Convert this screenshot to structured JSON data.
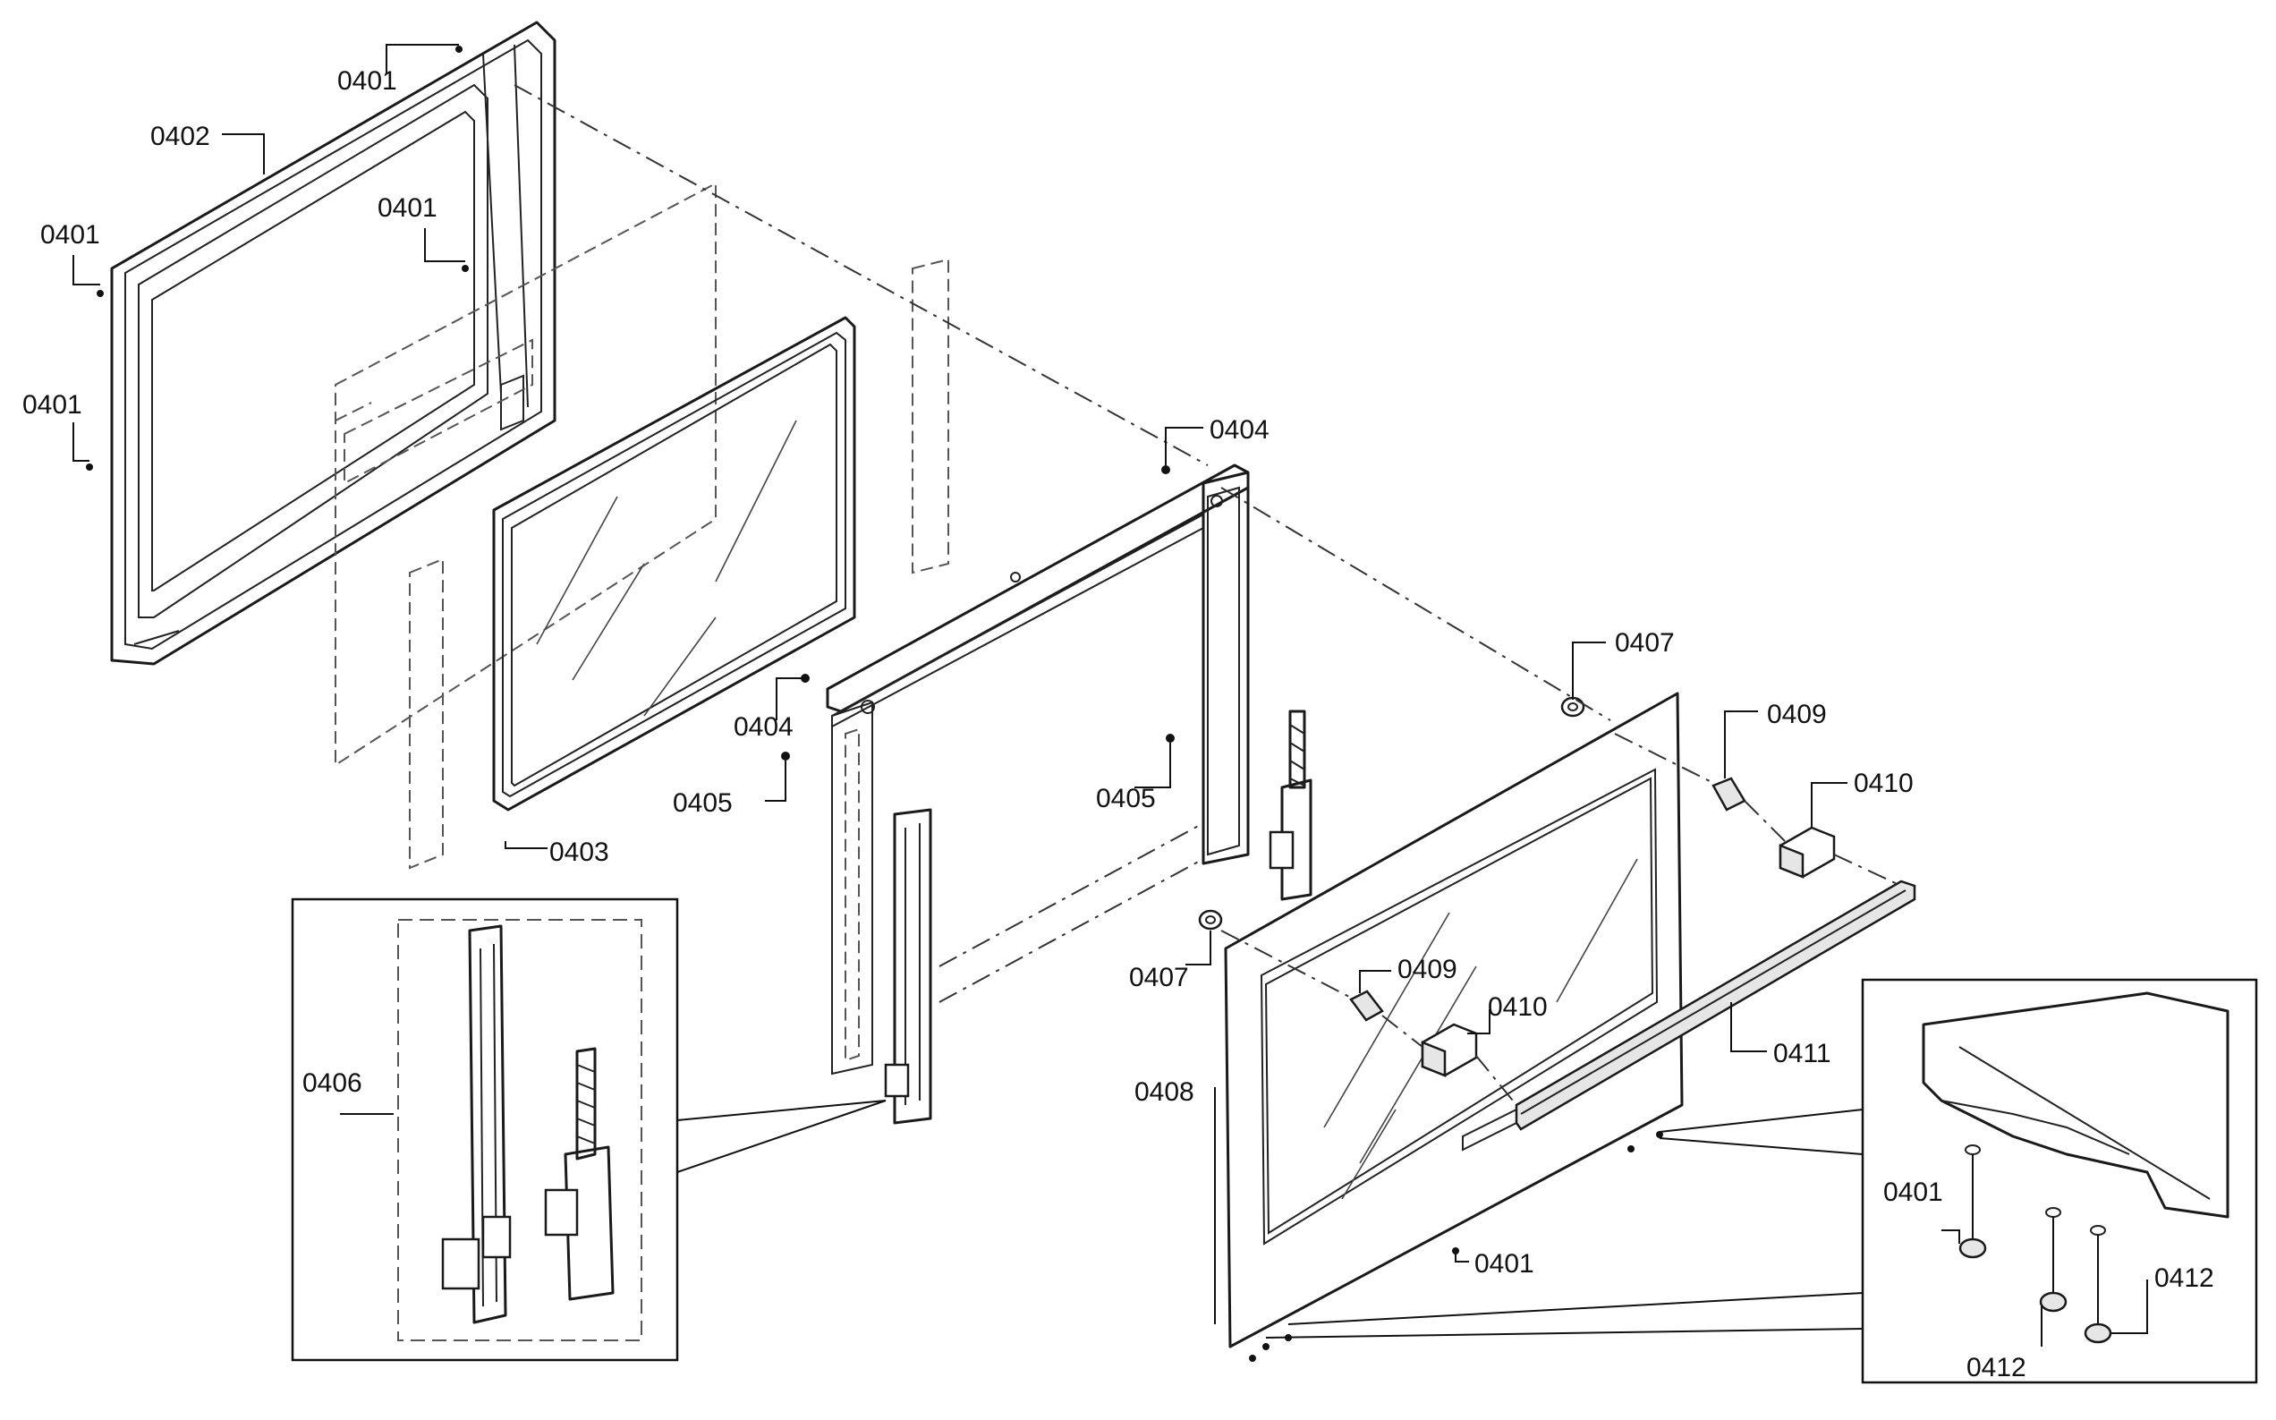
{
  "diagram": {
    "labels": {
      "c0401": "0401",
      "c0402": "0402",
      "c0403": "0403",
      "c0404": "0404",
      "c0405": "0405",
      "c0406": "0406",
      "c0407": "0407",
      "c0408": "0408",
      "c0409": "0409",
      "c0410": "0410",
      "c0411": "0411",
      "c0412": "0412"
    }
  }
}
